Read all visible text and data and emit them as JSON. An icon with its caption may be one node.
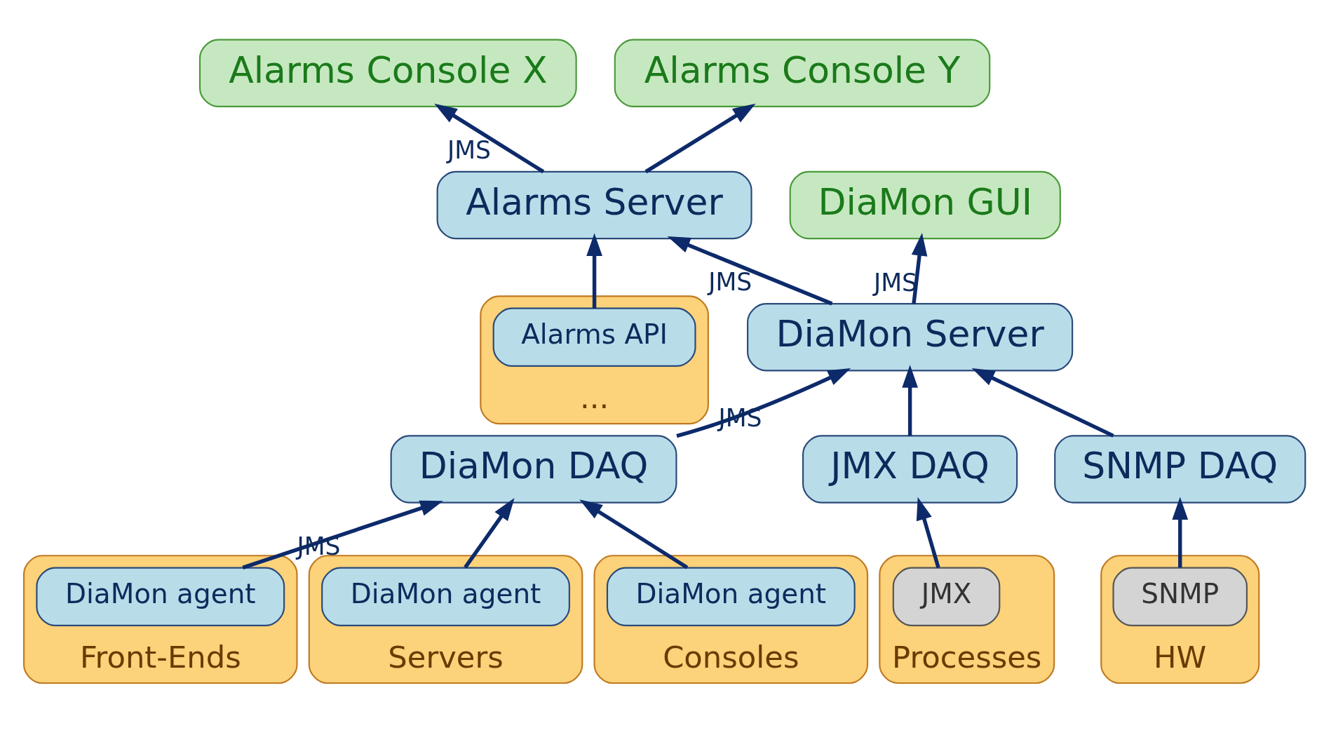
{
  "diagram": {
    "nodes": [
      {
        "text": [
          "DiaMon GUI"
        ]
      },
      {
        "text": [
          "Alarms Console X"
        ]
      },
      {
        "text": [
          "Alarms Console Y"
        ]
      },
      {
        "text": [
          "Alarms Server"
        ]
      },
      {
        "text": [
          "DiaMon Server"
        ]
      },
      {
        "text": [
          "DiaMon DAQ"
        ]
      },
      {
        "text": [
          "JMX DAQ"
        ]
      },
      {
        "text": [
          "SNMP DAQ"
        ]
      },
      {
        "text": [
          "Front-Ends"
        ]
      },
      {
        "text": [
          "DiaMon agent"
        ],
        "in": 8
      },
      {
        "text": [
          "Servers"
        ]
      },
      {
        "text": [
          "DiaMon agent"
        ],
        "in": 10
      },
      {
        "text": [
          "Consoles"
        ]
      },
      {
        "text": [
          "DiaMon agent"
        ],
        "in": 12
      },
      {
        "text": [
          "Processes"
        ]
      },
      {
        "text": [
          "JMX"
        ],
        "in": 14
      },
      {
        "text": [
          "HW"
        ]
      },
      {
        "text": [
          "SNMP"
        ],
        "in": 16
      },
      {
        "text": [
          "..."
        ]
      },
      {
        "text": [
          "Alarms API"
        ],
        "in": 18
      }
    ],
    "edges": [
      {
        "from": 4,
        "to": 0,
        "arrow": "to",
        "label": "JMS"
      },
      {
        "from": 3,
        "to": 1,
        "arrow": "to",
        "label": "JMS"
      },
      {
        "from": 3,
        "to": 2,
        "arrow": "to"
      },
      {
        "from": 4,
        "to": 3,
        "arrow": "to",
        "label": "JMS"
      },
      {
        "from": 19,
        "to": 3,
        "arrow": "to"
      },
      {
        "from": 5,
        "to": 4,
        "arrow": "to",
        "label": "JMS"
      },
      {
        "from": 6,
        "to": 4,
        "arrow": "to"
      },
      {
        "from": 7,
        "to": 4,
        "arrow": "to"
      },
      {
        "from": 9,
        "to": 5,
        "arrow": "to",
        "label": "JMS"
      },
      {
        "from": 11,
        "to": 5,
        "arrow": "to"
      },
      {
        "from": 13,
        "to": 5,
        "arrow": "to"
      },
      {
        "from": 15,
        "to": 6,
        "arrow": "to"
      },
      {
        "from": 17,
        "to": 7,
        "arrow": "to"
      }
    ]
  }
}
